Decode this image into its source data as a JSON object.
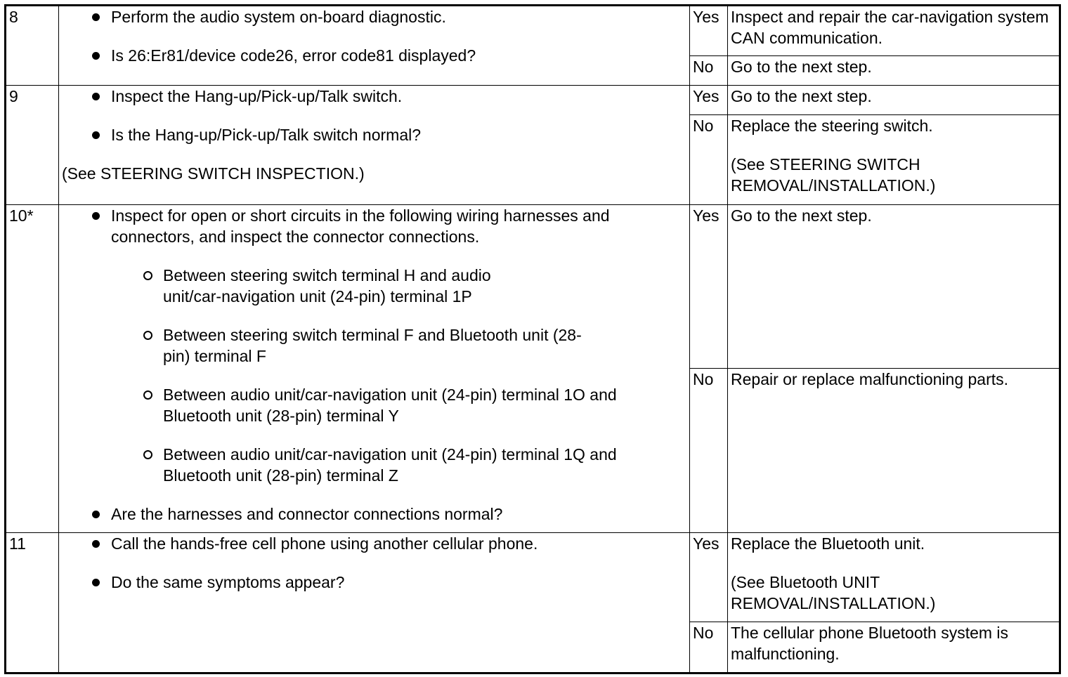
{
  "rows": [
    {
      "step": "8",
      "items": [
        "Perform the audio system on-board diagnostic.",
        "Is 26:Er81/device code26, error code81 displayed?"
      ],
      "yes_label": "Yes",
      "yes_text": "Inspect and repair the car-navigation system CAN communication.",
      "no_label": "No",
      "no_text": "Go to the next step."
    },
    {
      "step": "9",
      "items": [
        "Inspect the Hang-up/Pick-up/Talk switch.",
        "Is the Hang-up/Pick-up/Talk switch normal?"
      ],
      "note": "(See STEERING SWITCH INSPECTION.)",
      "yes_label": "Yes",
      "yes_text": "Go to the next step.",
      "no_label": "No",
      "no_text": "Replace the steering switch.",
      "no_note": "(See STEERING SWITCH REMOVAL/INSTALLATION.)"
    },
    {
      "step": "10*",
      "item1": "Inspect for open or short circuits in the following wiring harnesses and connectors, and inspect the connector connections.",
      "subitems": [
        "Between steering switch terminal H and audio unit/car-navigation unit (24-pin) terminal 1P",
        "Between steering switch terminal F and Bluetooth unit (28-pin) terminal F",
        "Between audio unit/car-navigation unit (24-pin) terminal 1O and Bluetooth unit (28-pin) terminal Y",
        "Between audio unit/car-navigation unit (24-pin) terminal 1Q and Bluetooth unit (28-pin) terminal Z"
      ],
      "item2": "Are the harnesses and connector connections normal?",
      "yes_label": "Yes",
      "yes_text": "Go to the next step.",
      "no_label": "No",
      "no_text": "Repair or replace malfunctioning parts."
    },
    {
      "step": "11",
      "items": [
        "Call the hands-free cell phone using another cellular phone.",
        "Do the same symptoms appear?"
      ],
      "yes_label": "Yes",
      "yes_text": "Replace the Bluetooth unit.",
      "yes_note": "(See Bluetooth UNIT REMOVAL/INSTALLATION.)",
      "no_label": "No",
      "no_text": "The cellular phone Bluetooth system is malfunctioning."
    }
  ]
}
